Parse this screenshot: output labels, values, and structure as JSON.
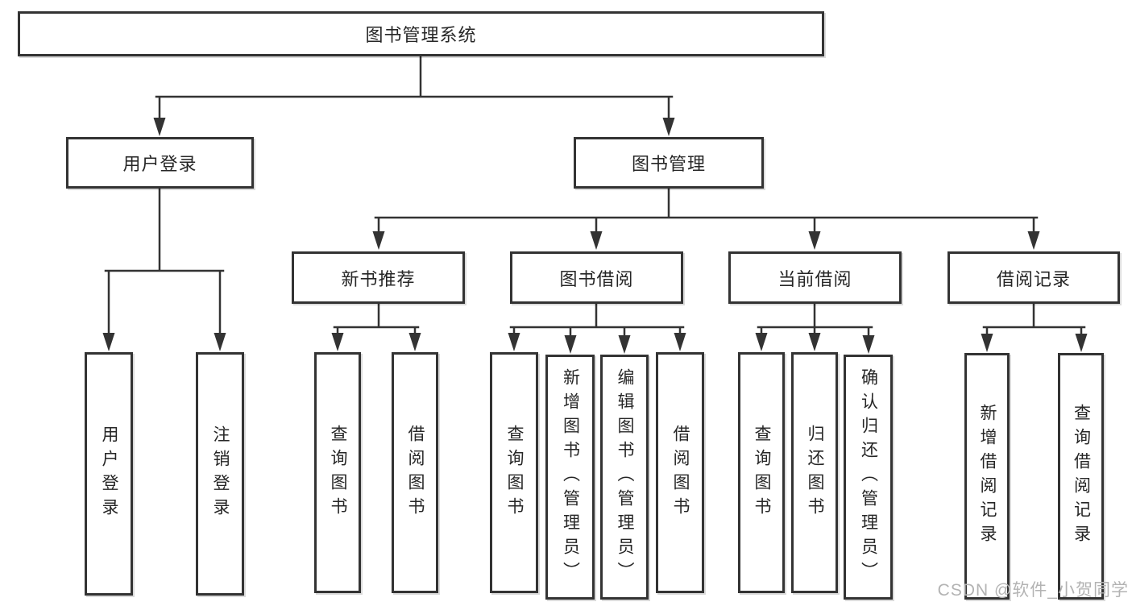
{
  "tree": {
    "label": "图书管理系统",
    "children": [
      {
        "label": "用户登录",
        "children": [
          {
            "label": "用户登录"
          },
          {
            "label": "注销登录"
          }
        ]
      },
      {
        "label": "图书管理",
        "children": [
          {
            "label": "新书推荐",
            "children": [
              {
                "label": "查询图书"
              },
              {
                "label": "借阅图书"
              }
            ]
          },
          {
            "label": "图书借阅",
            "children": [
              {
                "label": "查询图书"
              },
              {
                "label": "新增图书（管理员）"
              },
              {
                "label": "编辑图书（管理员）"
              },
              {
                "label": "借阅图书"
              }
            ]
          },
          {
            "label": "当前借阅",
            "children": [
              {
                "label": "查询图书"
              },
              {
                "label": "归还图书"
              },
              {
                "label": "确认归还（管理员）"
              }
            ]
          },
          {
            "label": "借阅记录",
            "children": [
              {
                "label": "新增借阅记录"
              },
              {
                "label": "查询借阅记录"
              }
            ]
          }
        ]
      }
    ]
  },
  "watermark": {
    "text": "CSDN @软件_小贺同学"
  },
  "colors": {
    "line": "#333333",
    "box_border": "#333333",
    "box_bg": "#ffffff",
    "text": "#262626",
    "watermark": "#b3b3b3",
    "background": "#ffffff"
  }
}
